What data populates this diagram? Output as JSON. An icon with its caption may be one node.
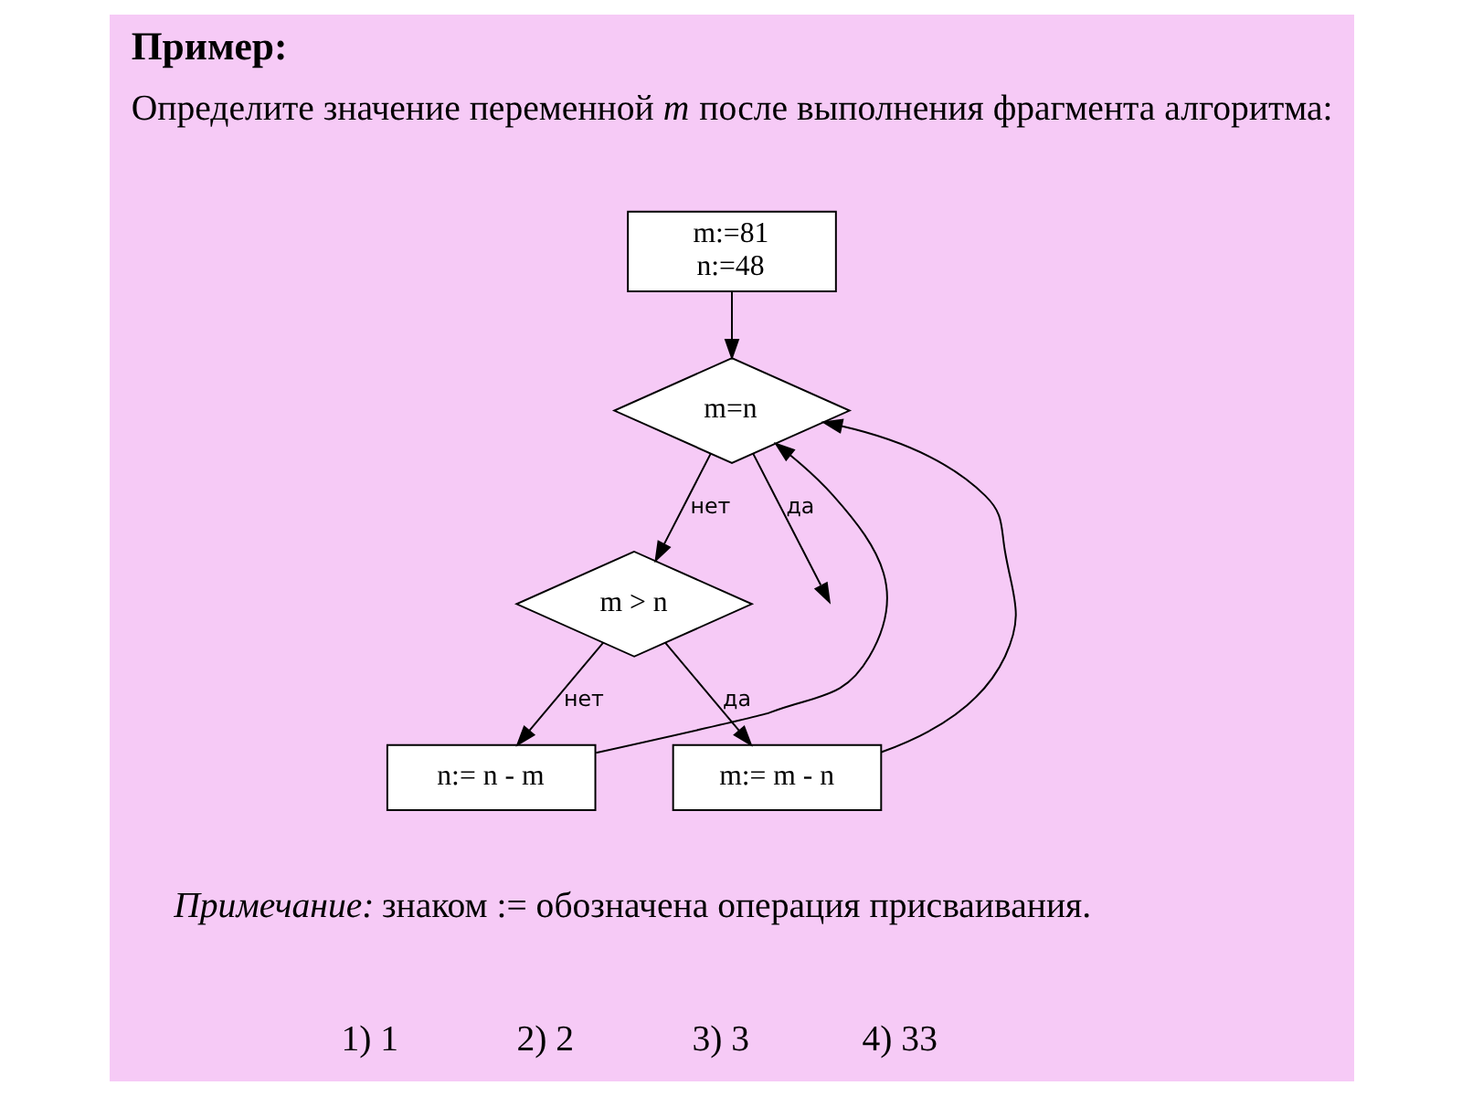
{
  "diagram": {
    "title": "Пример:",
    "caption": "*Примечание:* знаком := обозначена операция присваивания.",
    "nodes": [
      {
        "text": [
          "m:=81",
          "n:=48"
        ]
      },
      {
        "text": [
          "m=n"
        ]
      },
      {
        "text": [
          "m > n"
        ]
      },
      {
        "text": [
          "n:= n - m"
        ]
      },
      {
        "text": [
          "m:= m - n"
        ]
      }
    ],
    "edges": [
      {
        "from": 0,
        "to": 1,
        "arrow": "to"
      },
      {
        "from": 1,
        "to": null,
        "arrow": "to",
        "label": "да"
      },
      {
        "from": 1,
        "to": 2,
        "arrow": "to",
        "label": "нет"
      },
      {
        "from": 2,
        "to": 3,
        "arrow": "to",
        "label": "нет"
      },
      {
        "from": 2,
        "to": 4,
        "arrow": "to",
        "label": "да"
      },
      {
        "from": 3,
        "to": 1,
        "arrow": "to"
      },
      {
        "from": 4,
        "to": 1,
        "arrow": "to"
      }
    ],
    "labels": [
      "Определите значение переменной *m* после выполнения фрагмента алгоритма:",
      "1) 1",
      "2) 2",
      "3) 3",
      "4) 33"
    ]
  }
}
